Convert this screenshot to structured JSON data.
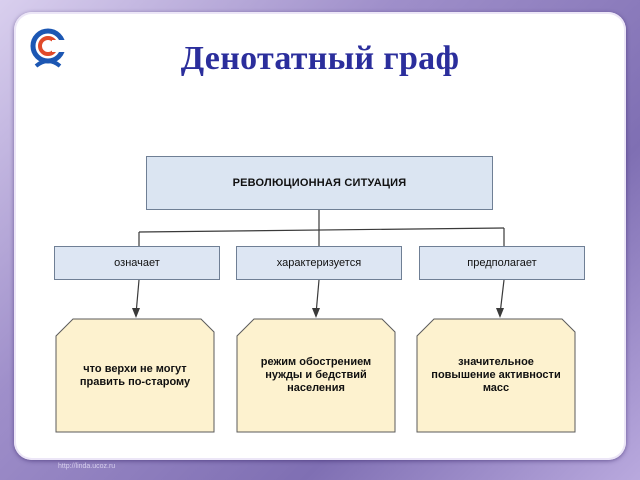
{
  "slide": {
    "title": "Денотатный граф"
  },
  "diagram": {
    "root": "РЕВОЛЮЦИОННАЯ СИТУАЦИЯ",
    "branches": [
      {
        "relation": "означает",
        "meaning": "что верхи не могут править по-старому"
      },
      {
        "relation": "характеризуется",
        "meaning": "режим обострением нужды и бедствий населения"
      },
      {
        "relation": "предполагает",
        "meaning": "значительное повышение активности масс"
      }
    ]
  },
  "footer": {
    "url": "http://linda.ucoz.ru"
  },
  "colors": {
    "title": "#2b2e9c",
    "box_fill": "#dde6f3",
    "card_fill": "#fdf2cf",
    "frame": "#8c7fb8"
  },
  "icons": [
    "logo-icon"
  ]
}
